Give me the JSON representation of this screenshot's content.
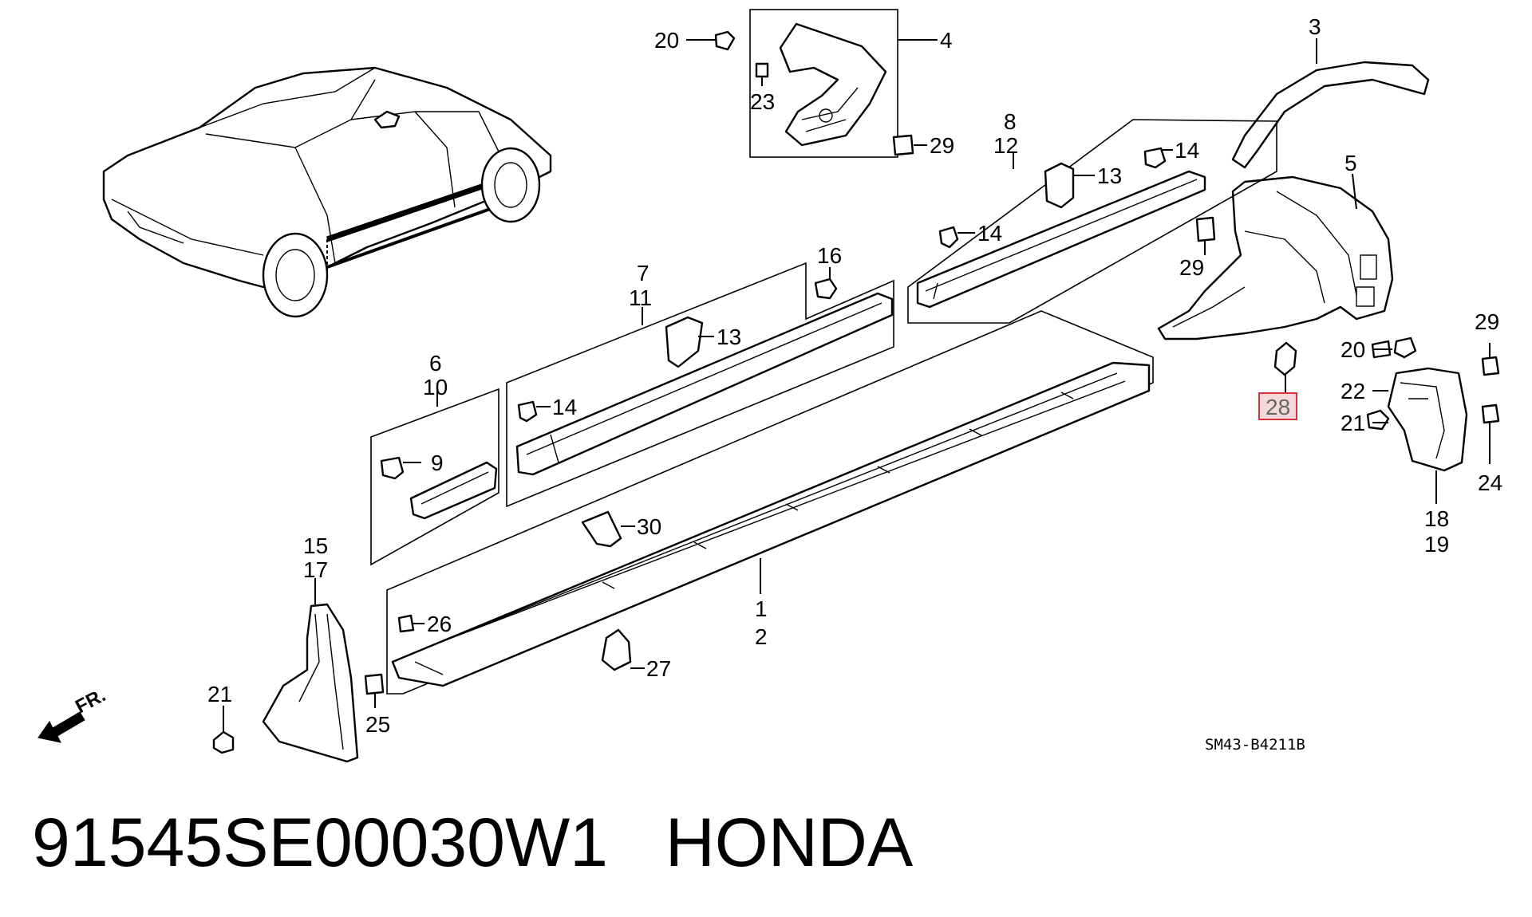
{
  "diagram": {
    "ref_code": "SM43-B4211B",
    "direction_label": "FR.",
    "highlight_color": "#e0303a",
    "highlighted_part": "28",
    "callouts": {
      "c20a": "20",
      "c4": "4",
      "c23": "23",
      "c29a": "29",
      "c3": "3",
      "c5": "5",
      "c29b": "29",
      "c8": "8",
      "c12": "12",
      "c13a": "13",
      "c14a": "14",
      "c14b": "14",
      "c7": "7",
      "c11": "11",
      "c16": "16",
      "c13b": "13",
      "c14c": "14",
      "c6": "6",
      "c10": "10",
      "c9": "9",
      "c30": "30",
      "c1": "1",
      "c2": "2",
      "c26": "26",
      "c27": "27",
      "c15": "15",
      "c17": "17",
      "c21a": "21",
      "c25": "25",
      "c20b": "20",
      "c29c": "29",
      "c22": "22",
      "c28": "28",
      "c21b": "21",
      "c24": "24",
      "c18": "18",
      "c19": "19"
    }
  },
  "footer": {
    "part_number": "91545SE00030W1",
    "brand": "HONDA"
  }
}
